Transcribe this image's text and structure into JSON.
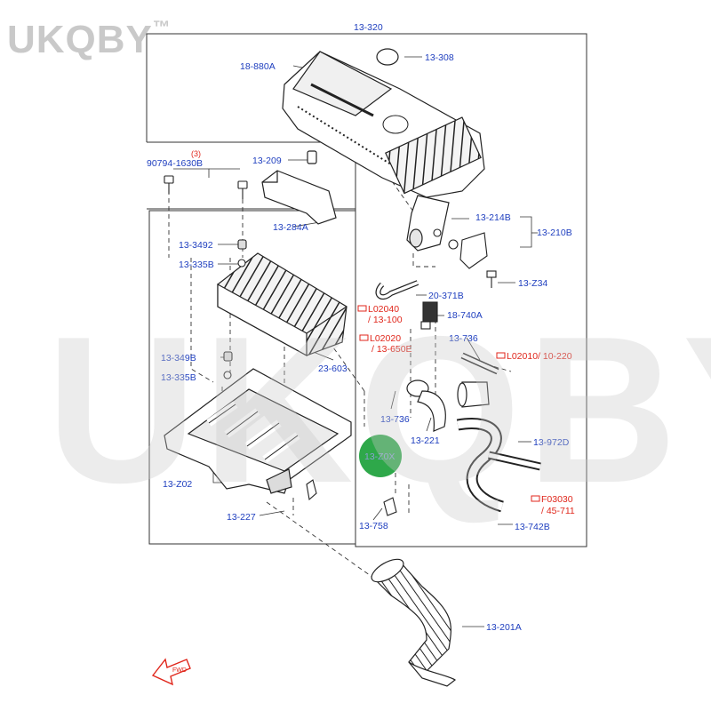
{
  "watermark": {
    "small": "UKQBY",
    "big": "UKQBY",
    "tm": "™"
  },
  "colors": {
    "label": "#1f3fbf",
    "red_label": "#e0261b",
    "line": "#333333",
    "marker": "#2ea84a"
  },
  "labels": {
    "p13_320": "13-320",
    "p18_880a": "18-880A",
    "p13_308": "13-308",
    "p90794": "90794-1630B",
    "p90794_qty": "(3)",
    "p13_209": "13-209",
    "p13_284a": "13-284A",
    "p13_214b": "13-214B",
    "p13_210b": "13-210B",
    "p13_z34": "13-Z34",
    "p13_3492": "13-3492",
    "p13_335b_a": "13-335B",
    "p20_371b": "20-371B",
    "p18_740a": "18-740A",
    "p13_736_a": "13-736",
    "p13_349b": "13-349B",
    "p13_335b_b": "13-335B",
    "p23_603": "23-603",
    "p13_736_b": "13-736",
    "p13_221": "13-221",
    "p13_972d": "13-972D",
    "p13_z0x": "13-Z0X",
    "p13_z02": "13-Z02",
    "p13_227": "13-227",
    "p13_758": "13-758",
    "p13_742b": "13-742B",
    "p13_201a": "13-201A"
  },
  "red_labels": {
    "l02040": "L02040",
    "l02040_sub": "/ 13-100",
    "l02020": "L02020",
    "l02020_sub": "/ 13-650E",
    "l02010": "L02010/ 10-220",
    "f03030": "F03030",
    "f03030_sub": "/ 45-711"
  },
  "fwd_mark": "FWD"
}
